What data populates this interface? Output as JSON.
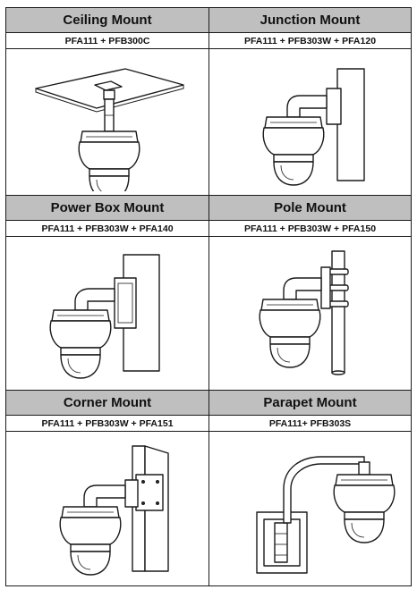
{
  "mounts": [
    {
      "title": "Ceiling Mount",
      "model": "PFA111 + PFB300C",
      "icon": "ceiling-mount-camera-icon"
    },
    {
      "title": "Junction Mount",
      "model": "PFA111 + PFB303W + PFA120",
      "icon": "junction-mount-camera-icon"
    },
    {
      "title": "Power Box Mount",
      "model": "PFA111 + PFB303W + PFA140",
      "icon": "power-box-mount-camera-icon"
    },
    {
      "title": "Pole Mount",
      "model": "PFA111 + PFB303W + PFA150",
      "icon": "pole-mount-camera-icon"
    },
    {
      "title": "Corner Mount",
      "model": "PFA111 + PFB303W + PFA151",
      "icon": "corner-mount-camera-icon"
    },
    {
      "title": "Parapet Mount",
      "model": "PFA111+ PFB303S",
      "icon": "parapet-mount-camera-icon"
    }
  ],
  "colors": {
    "header_bg": "#bfbfbf",
    "border": "#1a1a1a"
  }
}
